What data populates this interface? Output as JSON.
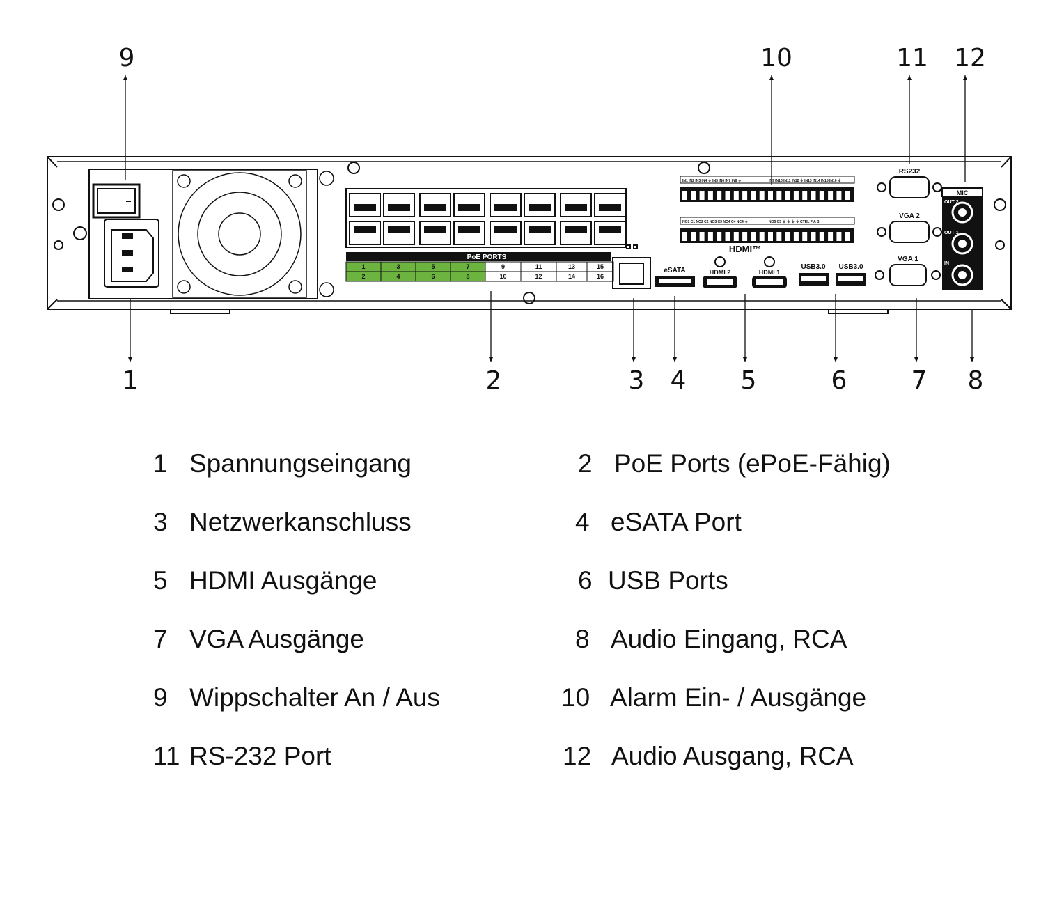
{
  "device": {
    "poe_title": "PoE PORTS",
    "poe_ports_top": [
      "1",
      "3",
      "5",
      "7",
      "9",
      "11",
      "13",
      "15"
    ],
    "poe_ports_bottom": [
      "2",
      "4",
      "6",
      "8",
      "10",
      "12",
      "14",
      "16"
    ],
    "poe_highlight_color": "#6db33f",
    "esata": "eSATA",
    "hdmi_logo": "HDMI™",
    "hdmi2": "HDMI 2",
    "hdmi1": "HDMI 1",
    "usb_a": "USB3.0",
    "usb_b": "USB3.0",
    "rs232": "RS232",
    "vga2": "VGA 2",
    "vga1": "VGA 1",
    "mic": "MIC",
    "out2": "OUT 2",
    "out1": "OUT 1",
    "audio_in": "IN",
    "alarm_top_left": "IN1 IN2 IN3 IN4 ⏚ IN5 IN6 IN7 IN8 ⏚",
    "alarm_top_right": "IN9 IN10 IN11 IN12 ⏚ IN13 IN14 IN15 IN16 ⏚",
    "alarm_bottom_left": "NO1 C1 NO2 C2 NO3 C3 NO4 C4 NC4 ⏚",
    "alarm_bottom_right": "NO5 C5 ⏚ ⏚ ⏚ ⏚ CTRL P A B"
  },
  "callouts": [
    "1",
    "2",
    "3",
    "4",
    "5",
    "6",
    "7",
    "8",
    "9",
    "10",
    "11",
    "12"
  ],
  "legend": [
    {
      "num": "1",
      "text": "Spannungseingang"
    },
    {
      "num": "2",
      "text": "PoE Ports (ePoE-Fähig)"
    },
    {
      "num": "3",
      "text": "Netzwerkanschluss"
    },
    {
      "num": "4",
      "text": "eSATA Port"
    },
    {
      "num": "5",
      "text": "HDMI Ausgänge"
    },
    {
      "num": "6",
      "text": "USB Ports"
    },
    {
      "num": "7",
      "text": "VGA Ausgänge"
    },
    {
      "num": "8",
      "text": "Audio Eingang, RCA"
    },
    {
      "num": "9",
      "text": "Wippschalter An / Aus"
    },
    {
      "num": "10",
      "text": "Alarm Ein- / Ausgänge"
    },
    {
      "num": "11",
      "text": "RS-232 Port"
    },
    {
      "num": "12",
      "text": "Audio Ausgang, RCA"
    }
  ]
}
